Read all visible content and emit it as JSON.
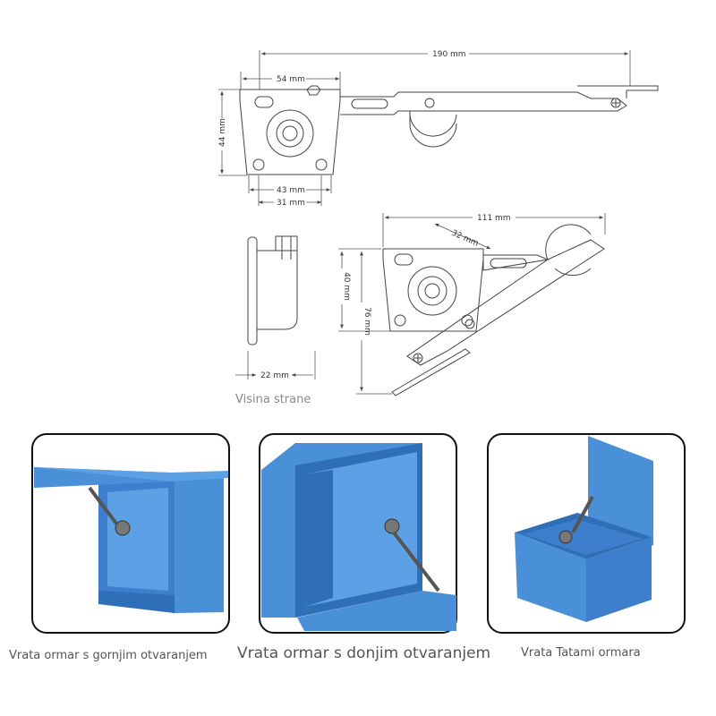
{
  "dimensions": {
    "total_length": "190 mm",
    "base_width": "54 mm",
    "base_height": "44 mm",
    "hole_spacing_outer": "43 mm",
    "hole_spacing_inner": "31 mm",
    "side_depth": "22 mm",
    "open_length": "111 mm",
    "arm_offset": "32 mm",
    "open_base_height": "40 mm",
    "open_total_height": "76 mm"
  },
  "labels": {
    "side_view": "Visina strane",
    "top_opening": "Vrata ormar s gornjim otvaranjem",
    "bottom_opening": "Vrata ormar s donjim otvaranjem",
    "tatami": "Vrata Tatami ormara"
  },
  "colors": {
    "cabinet_blue": "#4a90d9",
    "cabinet_dark": "#2f6fb8",
    "line": "#444444",
    "dimension": "#555555"
  }
}
